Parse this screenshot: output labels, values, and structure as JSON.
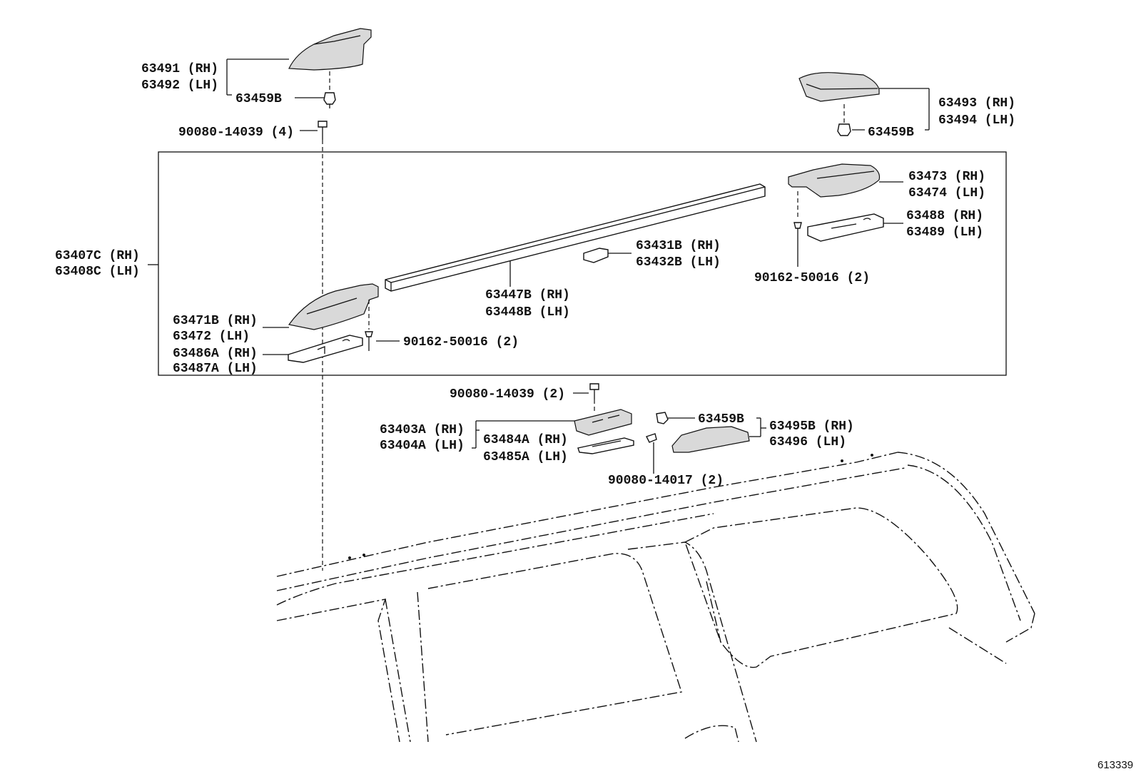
{
  "figure_id": "613339",
  "groups": {
    "cover_front": [
      "63491 (RH)",
      "63492 (LH)"
    ],
    "clip_front": "63459B",
    "bolt_front": "90080-14039 (4)",
    "cover_rear": [
      "63493 (RH)",
      "63494 (LH)"
    ],
    "clip_rear": "63459B",
    "assembly": [
      "63407C (RH)",
      "63408C (LH)"
    ],
    "leg_rear": [
      "63473 (RH)",
      "63474 (LH)"
    ],
    "pad_rear": [
      "63488 (RH)",
      "63489 (LH)"
    ],
    "screw_rear": "90162-50016 (2)",
    "clip_rail": [
      "63431B (RH)",
      "63432B (LH)"
    ],
    "rail": [
      "63447B (RH)",
      "63448B (LH)"
    ],
    "leg_front": [
      "63471B (RH)",
      "63472 (LH)"
    ],
    "screw_front": "90162-50016 (2)",
    "pad_front": [
      "63486A (RH)",
      "63487A (LH)"
    ],
    "bolt_mid": "90080-14039 (2)",
    "bracket": [
      "63403A (RH)",
      "63404A (LH)"
    ],
    "pad_mid": [
      "63484A (RH)",
      "63485A (LH)"
    ],
    "clip_mid": "63459B",
    "cover_mid": [
      "63495B (RH)",
      "63496 (LH)"
    ],
    "screw_mid": "90080-14017 (2)"
  }
}
